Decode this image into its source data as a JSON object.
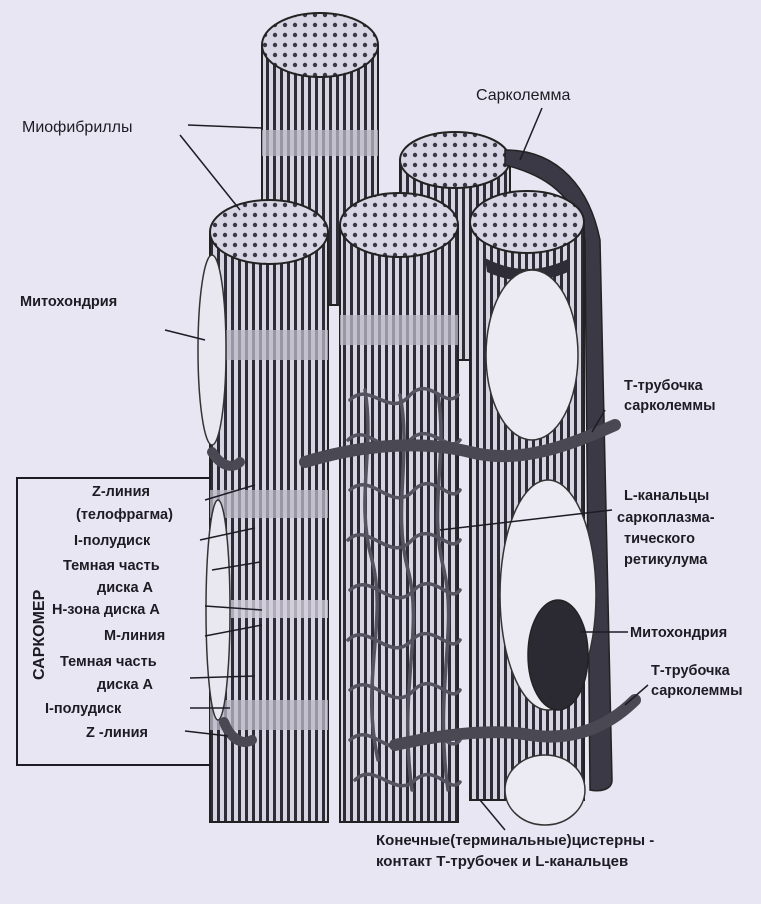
{
  "labels": {
    "myofibrils": "Миофибриллы",
    "sarcolemma": "Сарколемма",
    "mitochondria_left": "Митохондрия",
    "t_tubule_top_1": "Т-трубочка",
    "t_tubule_top_2": "сарколеммы",
    "l_channels_1": "L-канальцы",
    "l_channels_2": "саркоплазма-",
    "l_channels_3": "тического",
    "l_channels_4": "ретикулума",
    "mitochondria_right": "Митохондрия",
    "t_tubule_bottom_1": "Т-трубочка",
    "t_tubule_bottom_2": "сарколеммы",
    "z_line_top_1": "Z-линия",
    "z_line_top_2": "(телофрагма)",
    "i_disc_top": "I-полудиск",
    "dark_a_top_1": "Темная часть",
    "dark_a_top_2": "диска А",
    "h_zone": "Н-зона диска А",
    "m_line": "М-линия",
    "dark_a_bottom_1": "Темная часть",
    "dark_a_bottom_2": "диска А",
    "i_disc_bottom": "I-полудиск",
    "z_line_bottom": "Z -линия",
    "sarcomere": "САРКОМЕР",
    "cisterns_1": "Конечные(терминальные)цистерны -",
    "cisterns_2": "контакт Т-трубочек и L-канальцев"
  }
}
